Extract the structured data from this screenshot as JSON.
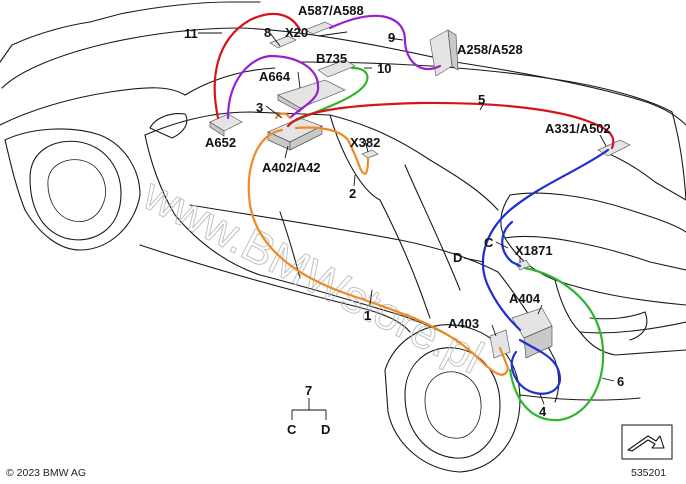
{
  "wire_colors": {
    "wire_1": "#f08a24",
    "wire_2": "#f08a24",
    "wire_3": "#f08a24",
    "wire_4": "#1f2fd6",
    "wire_5": "#d7141b",
    "wire_6": "#2fb52f",
    "wire_8": "#9a1fd0",
    "wire_9": "#9a1fd0",
    "wire_10": "#2fb52f",
    "wire_11": "#d7141b",
    "wire_C": "#1f2fd6",
    "wire_D": "#1f2fd6"
  },
  "components": {
    "a587_a588": "A587/A588",
    "x20": "X20",
    "b735": "B735",
    "a258_a528": "A258/A528",
    "a664": "A664",
    "a652": "A652",
    "a402_a42": "A402/A42",
    "x382": "X382",
    "a331_a502": "A331/A502",
    "x1871": "X1871",
    "a404": "A404",
    "a403": "A403"
  },
  "wire_numbers": {
    "n1": "1",
    "n2": "2",
    "n3": "3",
    "n4": "4",
    "n5": "5",
    "n6": "6",
    "n8": "8",
    "n9": "9",
    "n10": "10",
    "n11": "11",
    "nC": "C",
    "nD": "D"
  },
  "legend": {
    "top": "7",
    "left": "C",
    "right": "D"
  },
  "watermark": "www.BMWstore.pl",
  "copyright": "© 2023 BMW AG",
  "diagram_id": "535201",
  "icons": [
    "view-orientation-icon"
  ]
}
